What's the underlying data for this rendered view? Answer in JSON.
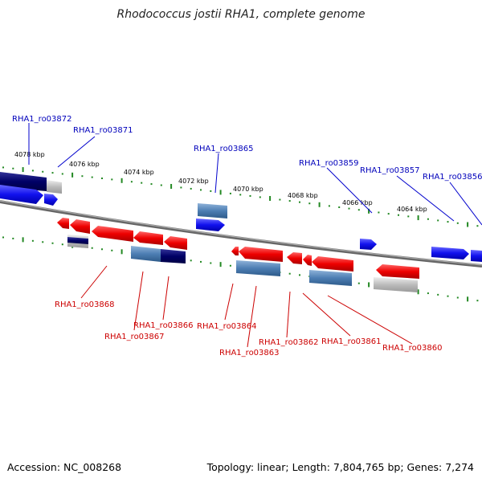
{
  "title": "Rhodococcus jostii RHA1, complete genome",
  "footer": {
    "accession": "Accession: NC_008268",
    "stats": "Topology: linear; Length: 7,804,765 bp; Genes: 7,274"
  },
  "colors": {
    "top_labels": "#0000bb",
    "bottom_labels": "#cc0000",
    "backbone": "#888888",
    "ticks": "#228822"
  },
  "kbp_labels": [
    "4078 kbp",
    "4076 kbp",
    "4074 kbp",
    "4072 kbp",
    "4070 kbp",
    "4068 kbp",
    "4066 kbp",
    "4064 kbp"
  ],
  "top_genes": [
    "RHA1_ro03872",
    "RHA1_ro03871",
    "RHA1_ro03865",
    "RHA1_ro03859",
    "RHA1_ro03857",
    "RHA1_ro03856"
  ],
  "bottom_genes": [
    "RHA1_ro03868",
    "RHA1_ro03867",
    "RHA1_ro03866",
    "RHA1_ro03864",
    "RHA1_ro03863",
    "RHA1_ro03862",
    "RHA1_ro03861",
    "RHA1_ro03860"
  ]
}
